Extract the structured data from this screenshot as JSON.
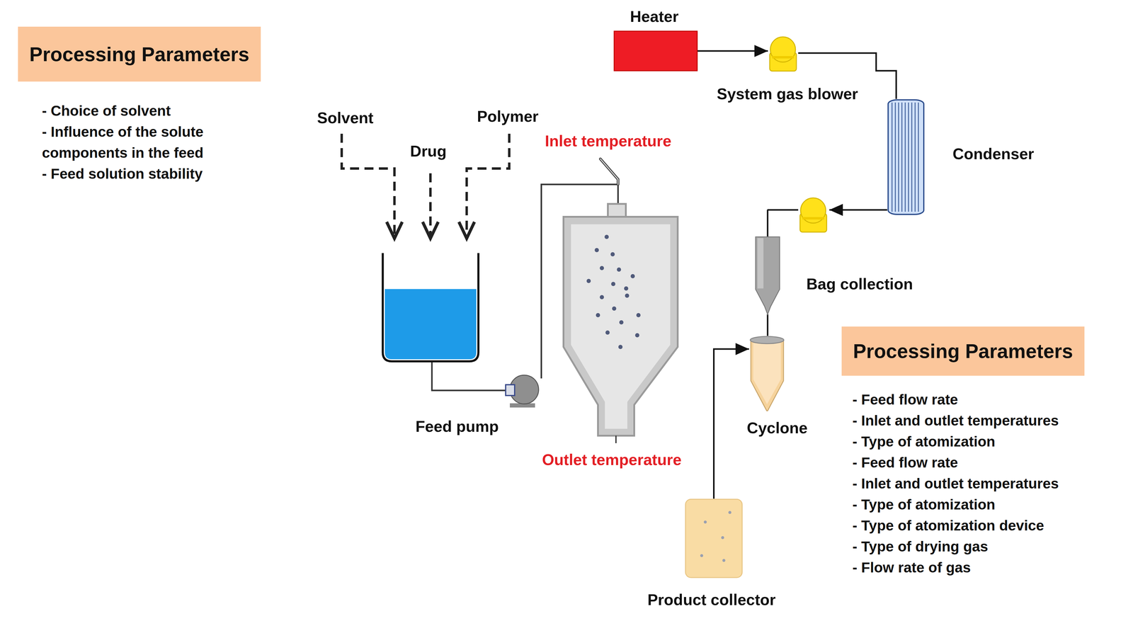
{
  "diagram": {
    "nodes": [
      {
        "text": [
          "Processing Parameters",
          "- Choice of solvent",
          "- Influence of the solute components in the feed",
          "- Feed solution stability"
        ]
      },
      {
        "text": [
          "Heater"
        ]
      },
      {
        "text": [
          "System gas blower"
        ]
      },
      {
        "text": [
          "Condenser"
        ]
      },
      {
        "text": [
          "Bag collection"
        ]
      },
      {
        "text": [
          "Feed pump"
        ]
      },
      {
        "text": [
          "Cyclone"
        ]
      },
      {
        "text": [
          "Product collector"
        ]
      },
      {
        "text": [
          "Processing Parameters",
          "- Feed flow rate",
          "- Inlet and outlet temperatures",
          "- Type of atomization",
          "- Feed flow rate",
          "- Inlet and outlet temperatures",
          "- Type of atomization",
          "- Type of atomization device",
          "- Type of drying gas",
          "- Flow rate of gas"
        ]
      }
    ],
    "edges": [
      {
        "from": 1,
        "to": 2,
        "arrow": "to"
      },
      {
        "from": 2,
        "to": 3,
        "arrow": "none"
      },
      {
        "from": 3,
        "to": 4,
        "arrow": "to"
      },
      {
        "from": 4,
        "to": 6,
        "arrow": "none"
      },
      {
        "from": 7,
        "to": 6,
        "arrow": "to"
      }
    ],
    "labels": [
      "Solvent",
      "Drug",
      "Polymer",
      "Inlet temperature",
      "Outlet temperature"
    ]
  }
}
